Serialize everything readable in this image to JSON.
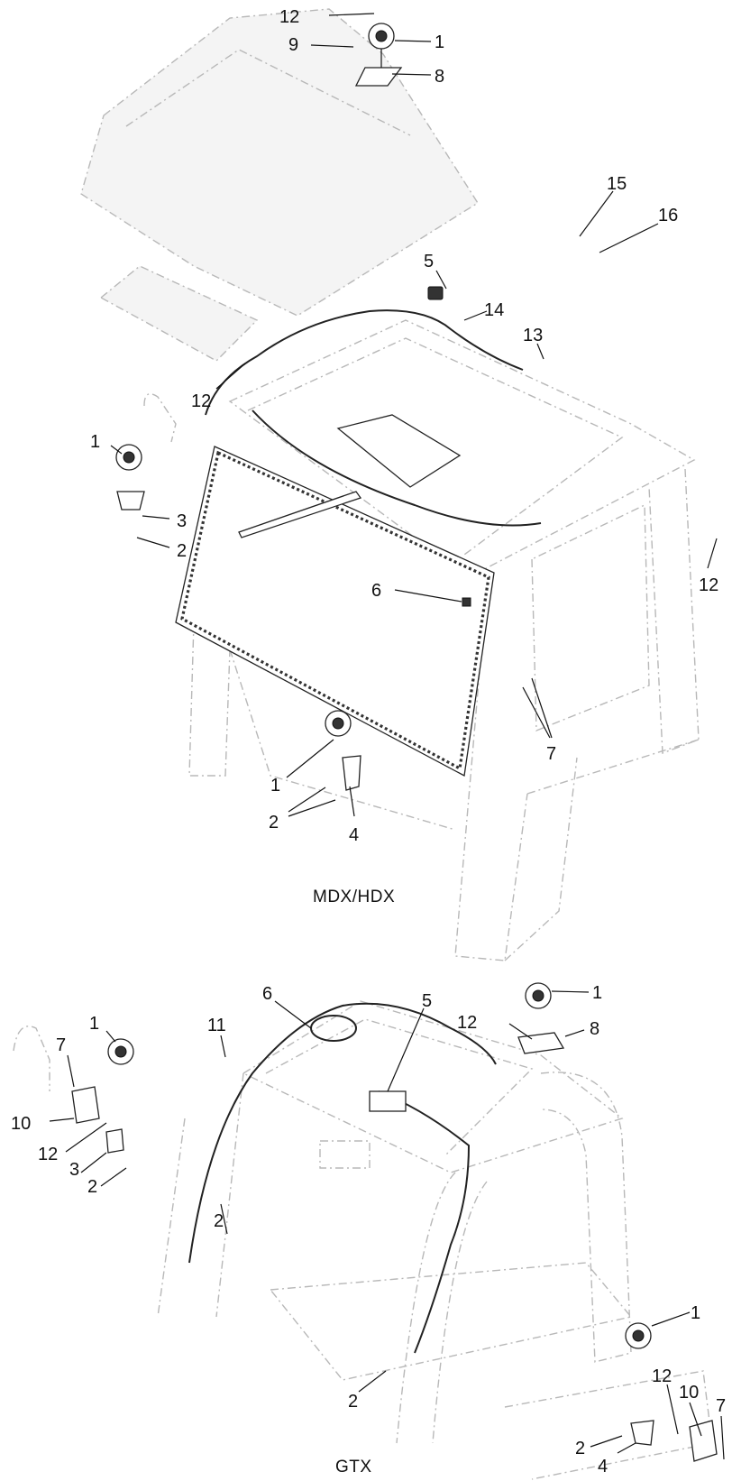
{
  "sections": {
    "upper_label": "MDX/HDX",
    "lower_label": "GTX"
  },
  "upper_callouts": [
    "12",
    "9",
    "1",
    "8",
    "15",
    "16",
    "5",
    "14",
    "13",
    "12",
    "1",
    "3",
    "2",
    "6",
    "12",
    "7",
    "1",
    "2",
    "4"
  ],
  "lower_callouts": [
    "6",
    "5",
    "1",
    "11",
    "1",
    "12",
    "8",
    "7",
    "10",
    "12",
    "3",
    "2",
    "2",
    "2",
    "1",
    "12",
    "10",
    "7",
    "2",
    "4"
  ]
}
